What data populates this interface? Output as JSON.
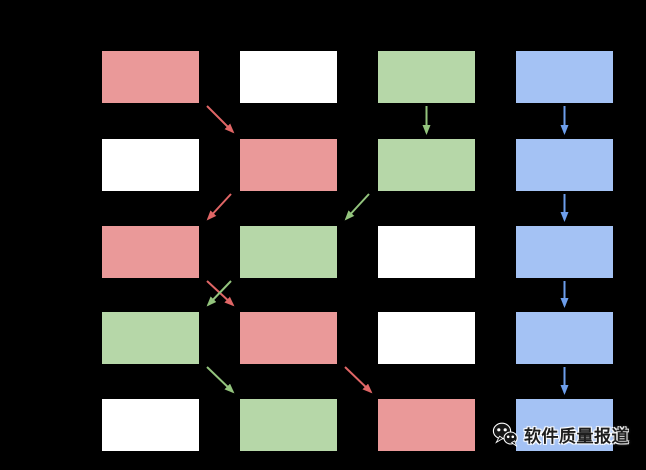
{
  "diagram": {
    "background": "#000000",
    "palette": {
      "red": {
        "box": "#ea9999",
        "arrow": "#e06666"
      },
      "green": {
        "box": "#b6d7a8",
        "arrow": "#93c47d"
      },
      "blue": {
        "box": "#a4c2f4",
        "arrow": "#6d9eeb"
      },
      "white": {
        "box": "#ffffff",
        "arrow": null
      }
    },
    "grid": {
      "rows": 5,
      "cols": 4,
      "cells": [
        [
          "red",
          "white",
          "green",
          "blue"
        ],
        [
          "white",
          "red",
          "green",
          "blue"
        ],
        [
          "red",
          "green",
          "white",
          "blue"
        ],
        [
          "green",
          "red",
          "white",
          "blue"
        ],
        [
          "white",
          "green",
          "red",
          "blue"
        ]
      ]
    },
    "edges": [
      {
        "from": [
          1,
          1
        ],
        "to": [
          2,
          2
        ],
        "color": "red"
      },
      {
        "from": [
          1,
          3
        ],
        "to": [
          2,
          3
        ],
        "color": "green"
      },
      {
        "from": [
          1,
          4
        ],
        "to": [
          2,
          4
        ],
        "color": "blue"
      },
      {
        "from": [
          2,
          2
        ],
        "to": [
          3,
          1
        ],
        "color": "red"
      },
      {
        "from": [
          2,
          3
        ],
        "to": [
          3,
          2
        ],
        "color": "green"
      },
      {
        "from": [
          2,
          4
        ],
        "to": [
          3,
          4
        ],
        "color": "blue"
      },
      {
        "from": [
          3,
          1
        ],
        "to": [
          4,
          2
        ],
        "color": "red"
      },
      {
        "from": [
          3,
          2
        ],
        "to": [
          4,
          1
        ],
        "color": "green"
      },
      {
        "from": [
          3,
          4
        ],
        "to": [
          4,
          4
        ],
        "color": "blue"
      },
      {
        "from": [
          4,
          1
        ],
        "to": [
          5,
          2
        ],
        "color": "green"
      },
      {
        "from": [
          4,
          2
        ],
        "to": [
          5,
          3
        ],
        "color": "red"
      },
      {
        "from": [
          4,
          4
        ],
        "to": [
          5,
          4
        ],
        "color": "blue"
      }
    ]
  },
  "watermark": {
    "icon": "wechat-icon",
    "text": "软件质量报道"
  }
}
